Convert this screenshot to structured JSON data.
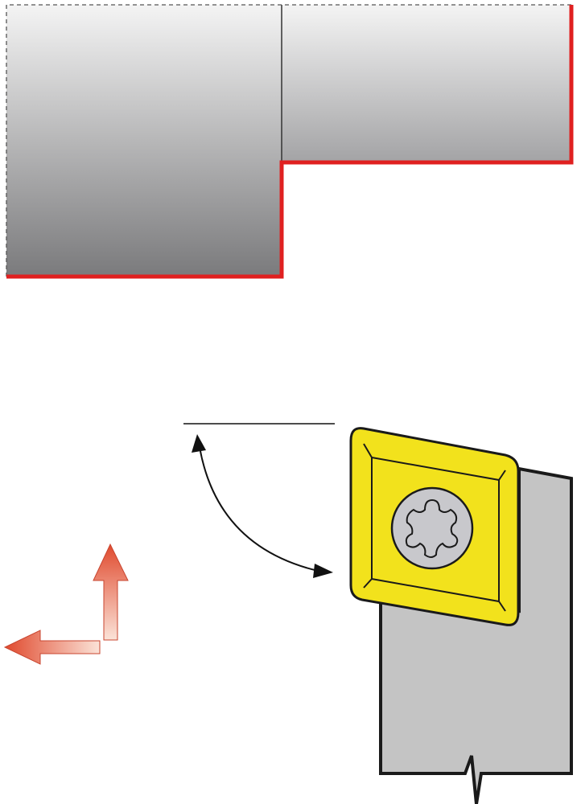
{
  "colors": {
    "machined_edge": "#e02020",
    "insert_yellow": "#f2e21c",
    "holder_gray": "#c4c4c4",
    "screw_gray": "#c8c8cc",
    "feed_arrow": "#e2553a",
    "outline": "#1a1a1a"
  },
  "icons": [
    "workpiece-profile",
    "cutting-insert",
    "tool-holder",
    "torx-screw",
    "angle-arc-arrow",
    "feed-direction-arrows"
  ]
}
